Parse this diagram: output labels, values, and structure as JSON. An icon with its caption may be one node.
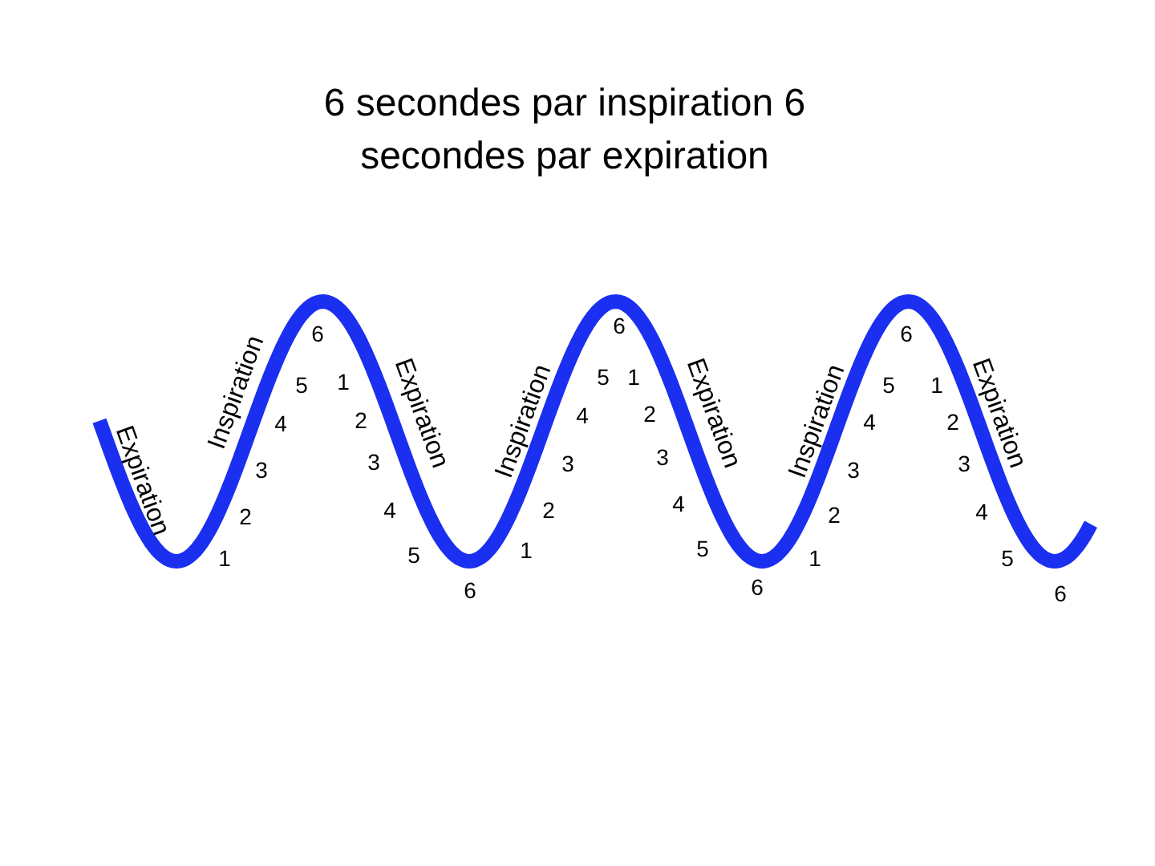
{
  "diagram": {
    "title": "6 secondes par inspiration 6 secondes par expiration",
    "labels": [
      "Expiration",
      "Inspiration",
      "1",
      "2",
      "3",
      "4",
      "5",
      "6",
      "1",
      "2",
      "3",
      "4",
      "5",
      "6",
      "Expiration",
      "Inspiration",
      "1",
      "2",
      "3",
      "4",
      "5",
      "6",
      "1",
      "2",
      "3",
      "4",
      "5",
      "6",
      "Expiration",
      "Inspiration",
      "1",
      "2",
      "3",
      "4",
      "5",
      "6",
      "1",
      "2",
      "3",
      "4",
      "5",
      "6",
      "Expiration"
    ]
  }
}
